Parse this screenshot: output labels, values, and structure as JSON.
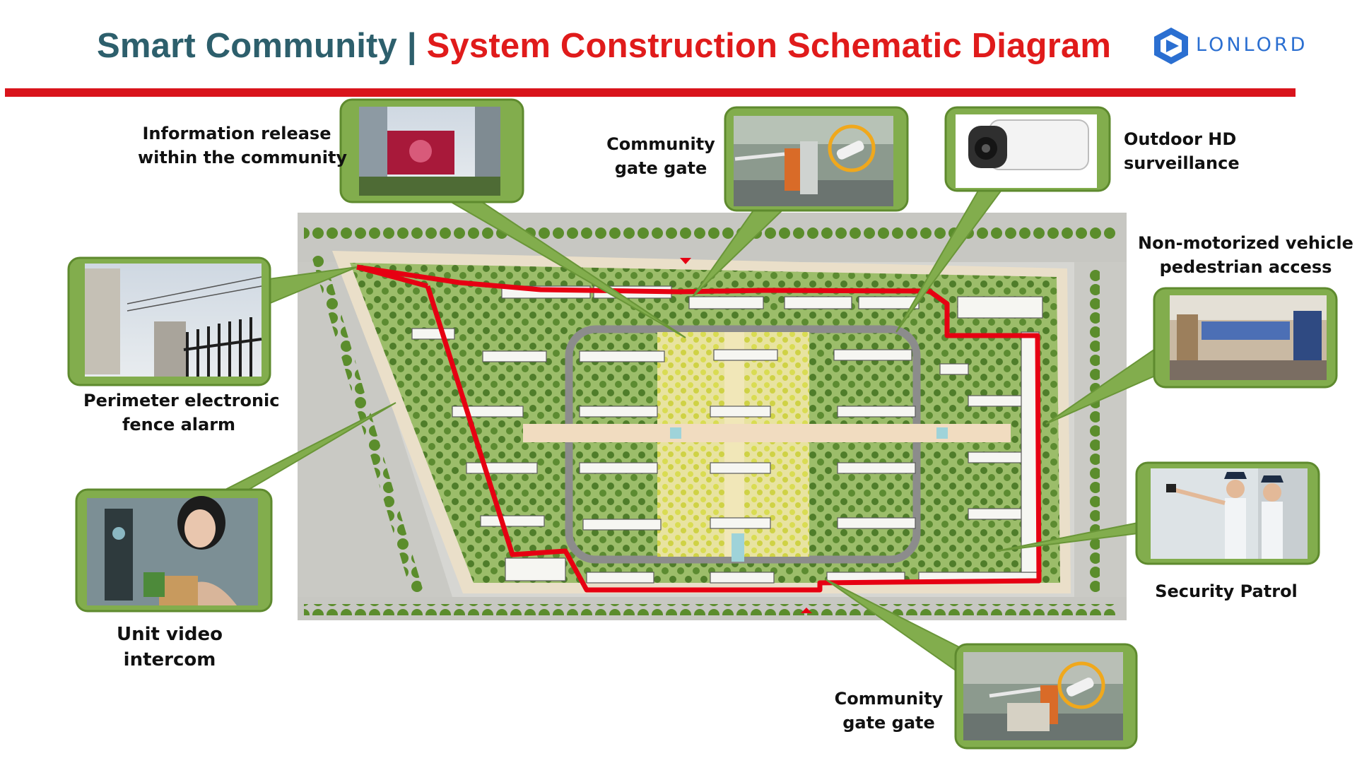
{
  "header": {
    "title_part1": "Smart Community",
    "title_sep": " | ",
    "title_part2": "System Construction Schematic Diagram",
    "logo_text": "LONLORD"
  },
  "colors": {
    "title_teal": "#2d5f6c",
    "title_red": "#e01b1b",
    "rule_red": "#d9141c",
    "callout_green": "#82ad4d",
    "callout_border": "#5e8a2e",
    "perimeter_red": "#e60012",
    "logo_blue": "#2b6fd1"
  },
  "callouts": [
    {
      "id": "info-release",
      "lines": [
        "Information release",
        "within the community"
      ],
      "icon": "led-screen-photo"
    },
    {
      "id": "gate-top",
      "lines": [
        "Community",
        "gate gate"
      ],
      "icon": "barrier-gate-photo"
    },
    {
      "id": "outdoor-hd",
      "lines": [
        "Outdoor HD",
        "surveillance"
      ],
      "icon": "bullet-camera-photo"
    },
    {
      "id": "non-motor",
      "lines": [
        "Non-motorized vehicle /",
        "pedestrian access"
      ],
      "icon": "turnstile-photo"
    },
    {
      "id": "perimeter",
      "lines": [
        "Perimeter electronic",
        "fence alarm"
      ],
      "icon": "electric-fence-photo"
    },
    {
      "id": "security",
      "lines": [
        "Security Patrol"
      ],
      "icon": "guard-patrol-photo"
    },
    {
      "id": "intercom",
      "lines": [
        "Unit video",
        "intercom"
      ],
      "icon": "face-recognition-photo"
    },
    {
      "id": "gate-bottom",
      "lines": [
        "Community",
        "gate gate"
      ],
      "icon": "barrier-gate-photo"
    }
  ]
}
